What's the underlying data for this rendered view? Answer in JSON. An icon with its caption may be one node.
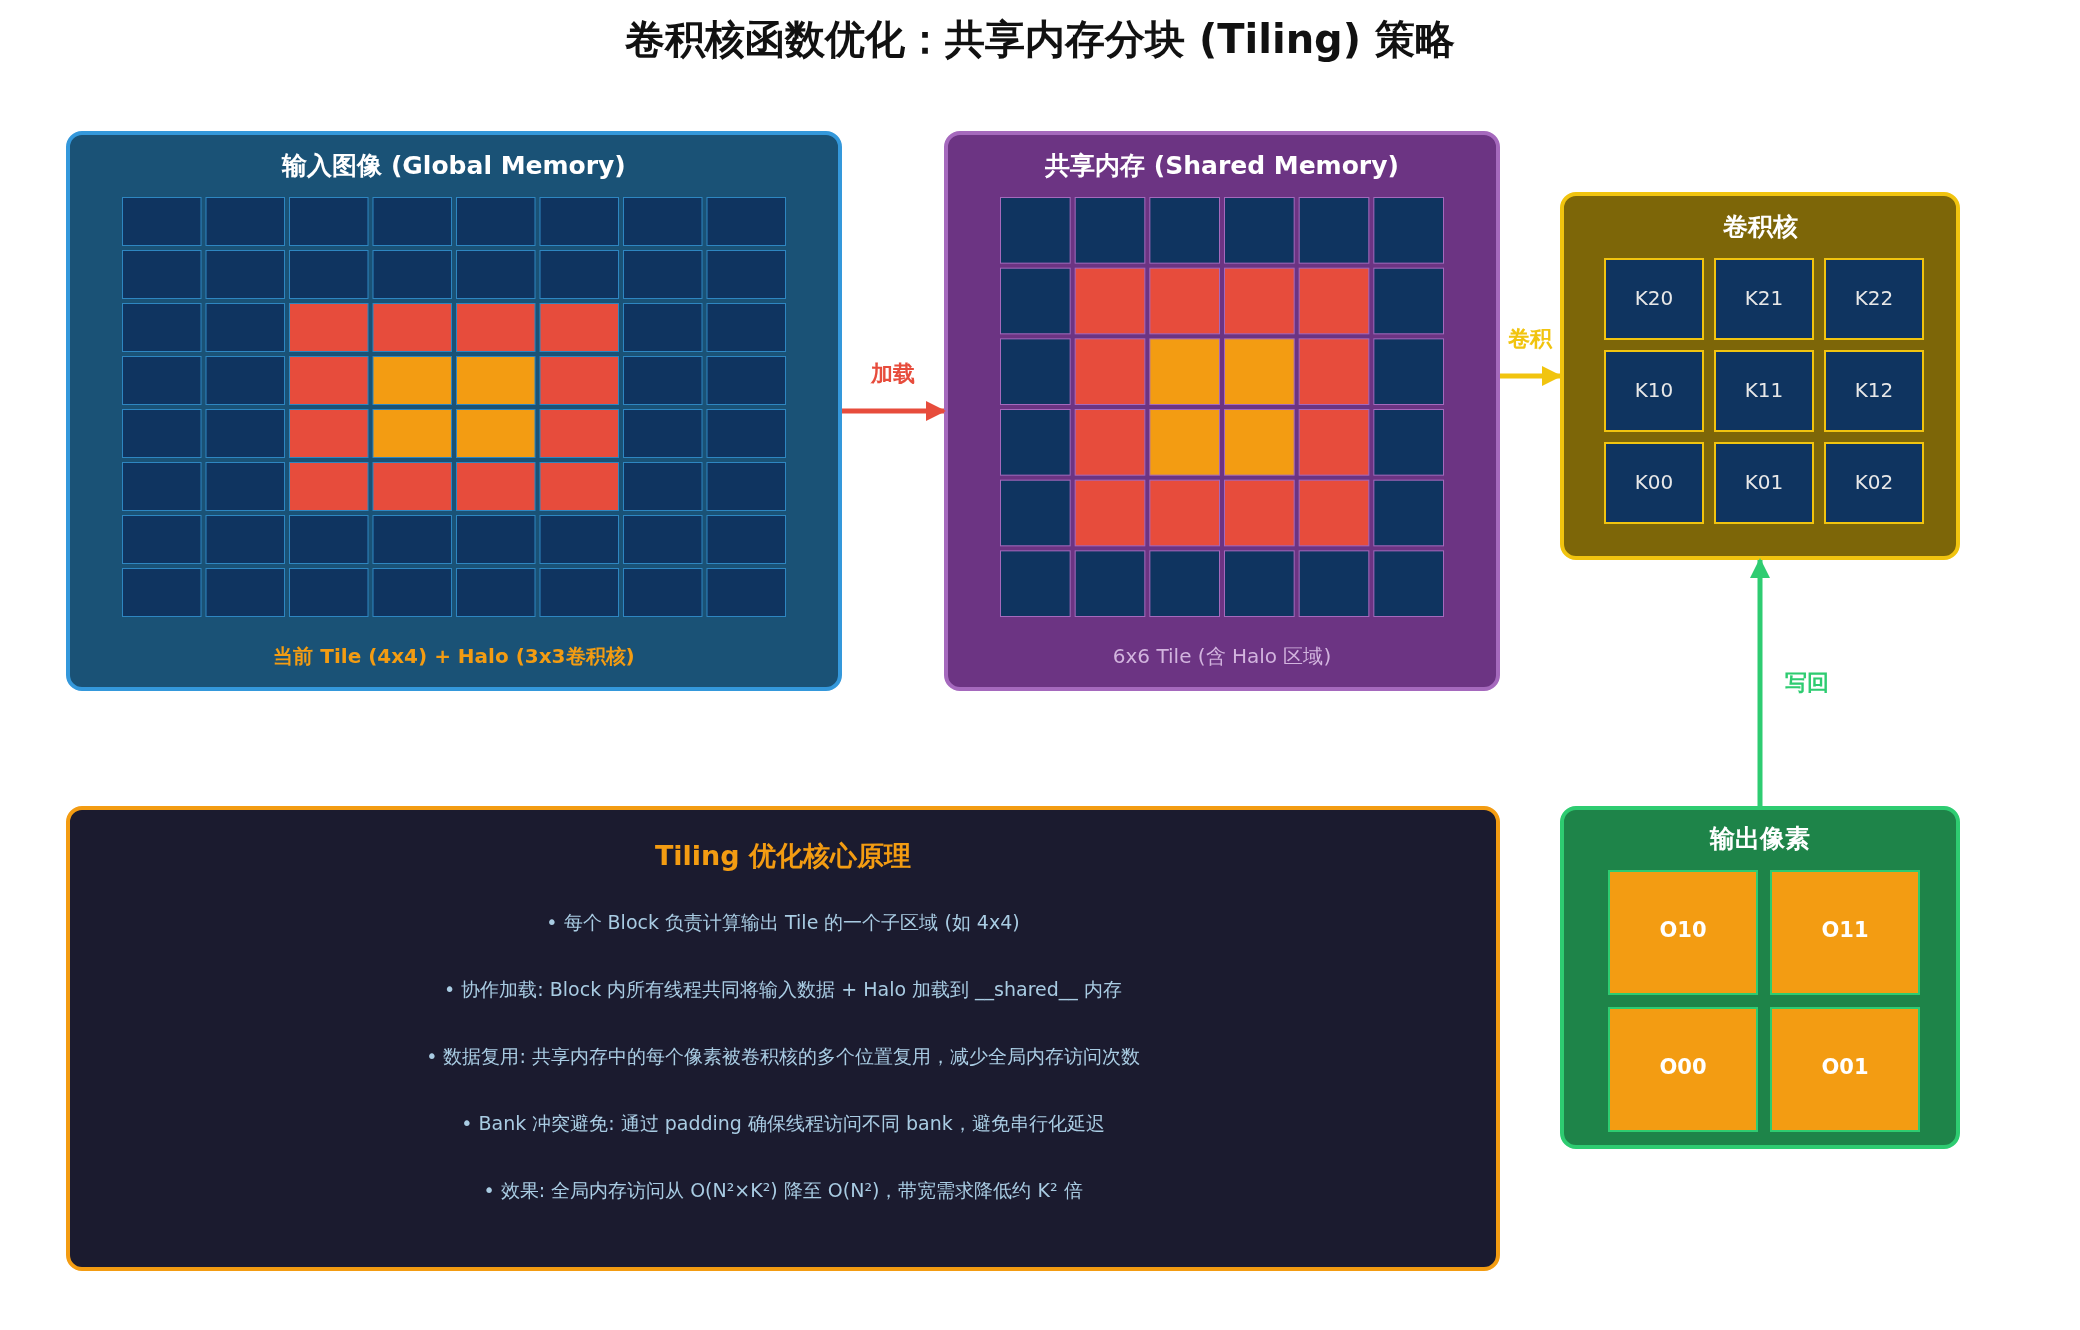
{
  "diagram": {
    "title": "卷积核函数优化：共享内存分块 (Tiling) 策略",
    "nodes": [
      {
        "text": [
          "输入图像 (Global Memory)",
          "当前 Tile (4x4) + Halo (3x3卷积核)"
        ]
      },
      {
        "text": [
          "共享内存 (Shared Memory)",
          "6x6 Tile (含 Halo 区域)"
        ]
      },
      {
        "text": [
          "卷积核"
        ]
      },
      {
        "text": [
          "K20"
        ],
        "in": 2
      },
      {
        "text": [
          "K21"
        ],
        "in": 2
      },
      {
        "text": [
          "K22"
        ],
        "in": 2
      },
      {
        "text": [
          "K10"
        ],
        "in": 2
      },
      {
        "text": [
          "K11"
        ],
        "in": 2
      },
      {
        "text": [
          "K12"
        ],
        "in": 2
      },
      {
        "text": [
          "K00"
        ],
        "in": 2
      },
      {
        "text": [
          "K01"
        ],
        "in": 2
      },
      {
        "text": [
          "K02"
        ],
        "in": 2
      },
      {
        "text": [
          "Tiling 优化核心原理",
          "• 每个 Block 负责计算输出 Tile 的一个子区域 (如 4x4)",
          "• 协作加载: Block 内所有线程共同将输入数据 + Halo 加载到 __shared__ 内存",
          "• 数据复用: 共享内存中的每个像素被卷积核的多个位置复用，减少全局内存访问次数",
          "• Bank 冲突避免: 通过 padding 确保线程访问不同 bank，避免串行化延迟",
          "• 效果: 全局内存访问从 O(N²×K²) 降至 O(N²)，带宽需求降低约 K² 倍"
        ]
      },
      {
        "text": [
          "输出像素"
        ]
      },
      {
        "text": [
          "O10"
        ],
        "in": 13
      },
      {
        "text": [
          "O11"
        ],
        "in": 13
      },
      {
        "text": [
          "O00"
        ],
        "in": 13
      },
      {
        "text": [
          "O01"
        ],
        "in": 13
      }
    ],
    "edges": [
      {
        "from": 0,
        "to": 1,
        "arrow": "to",
        "label": "加载",
        "color": "#e74c3c"
      },
      {
        "from": 1,
        "to": 2,
        "arrow": "to",
        "label": "卷积",
        "color": "#f1c40f"
      },
      {
        "from": 13,
        "to": 2,
        "arrow": "to",
        "label": "写回",
        "color": "#2ecc71"
      }
    ]
  }
}
